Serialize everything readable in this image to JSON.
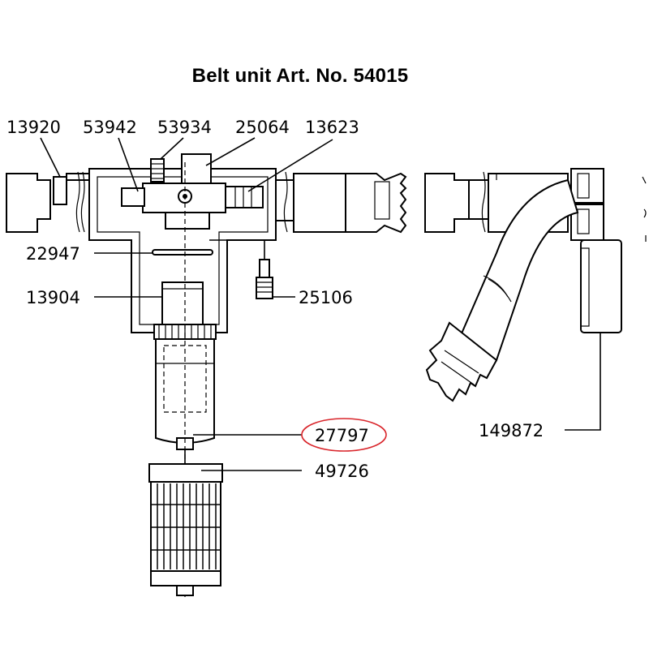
{
  "title": "Belt unit Art. No. 54015",
  "highlight_color": "#d9262c",
  "parts": [
    {
      "id": "13920"
    },
    {
      "id": "53942"
    },
    {
      "id": "53934"
    },
    {
      "id": "25064"
    },
    {
      "id": "13623"
    },
    {
      "id": "22947"
    },
    {
      "id": "13904"
    },
    {
      "id": "25106"
    },
    {
      "id": "27797",
      "highlighted": true
    },
    {
      "id": "49726"
    },
    {
      "id": "149872"
    }
  ]
}
